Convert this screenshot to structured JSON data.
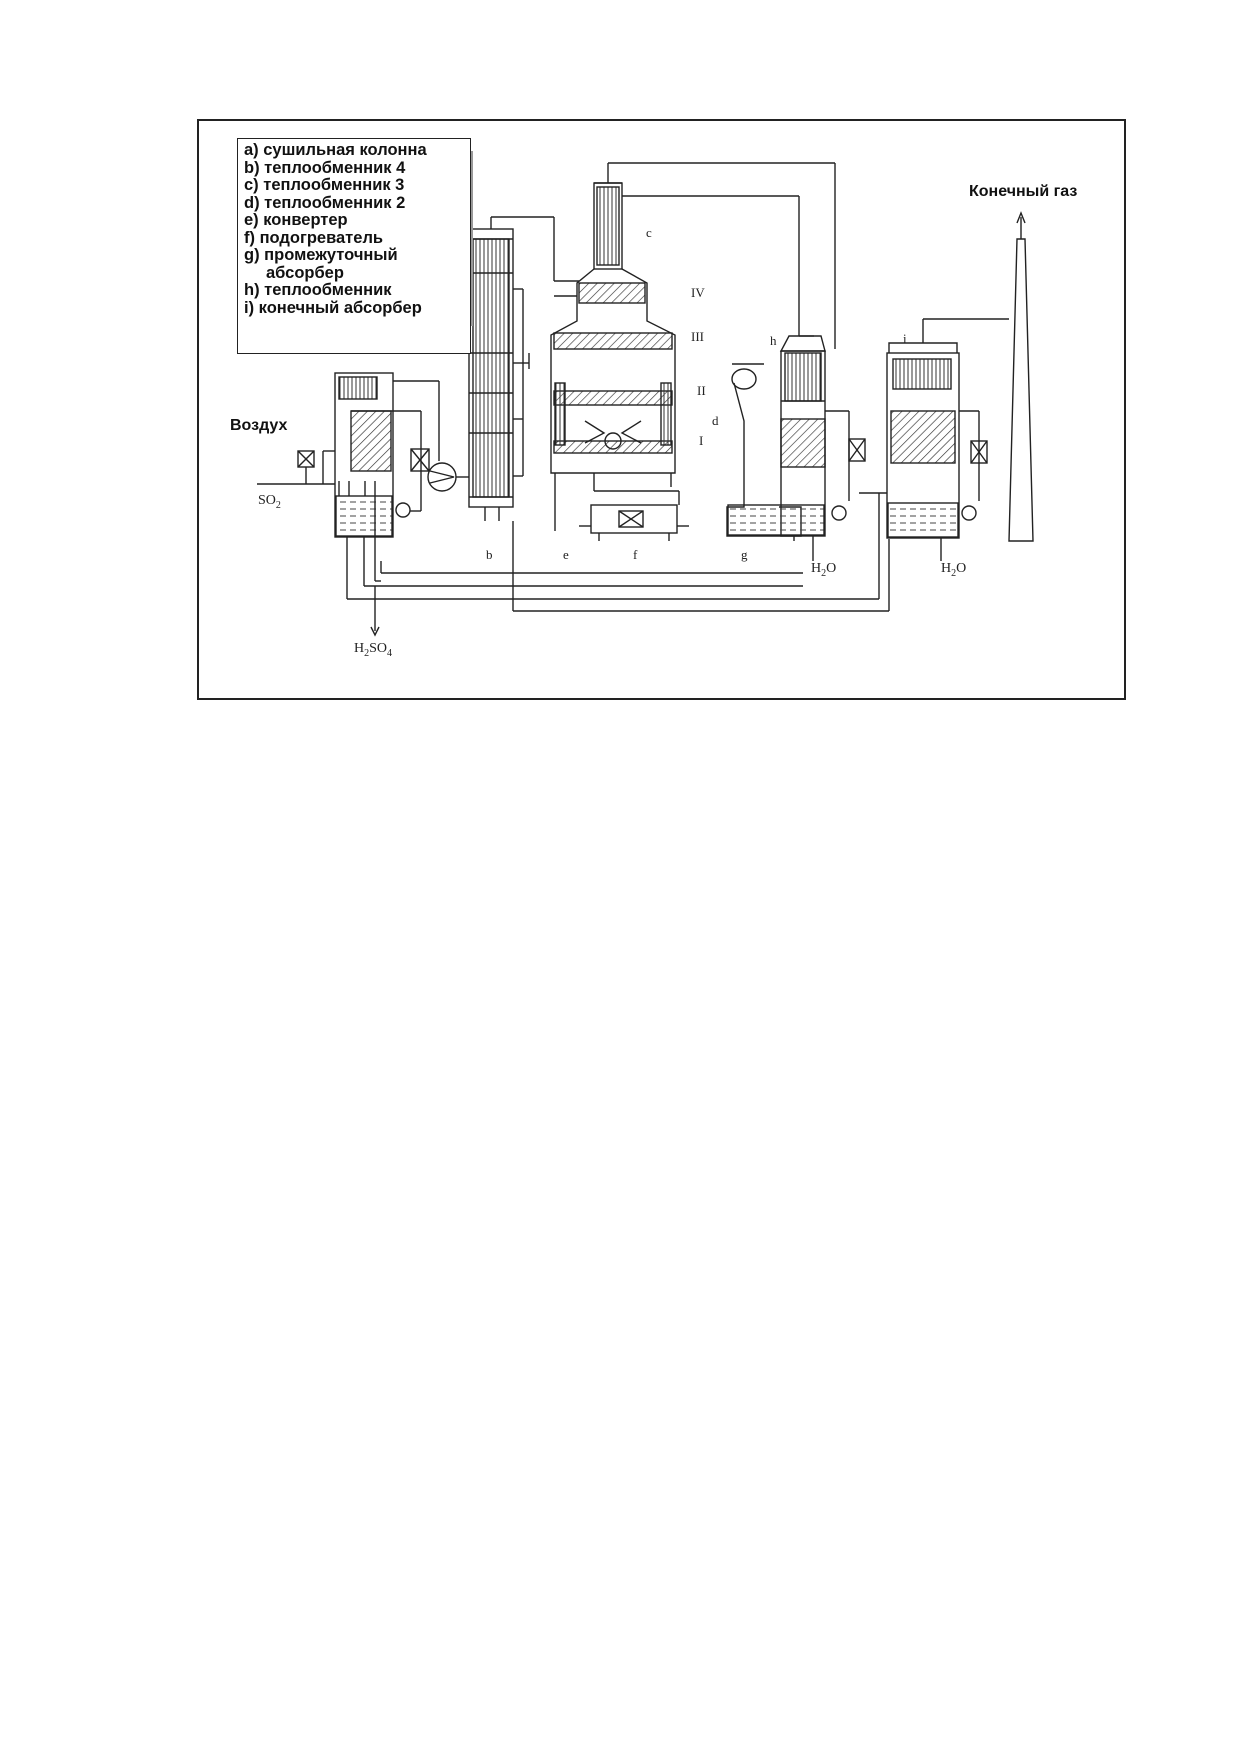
{
  "legend": {
    "items": [
      "a) сушильная колонна",
      "b) теплообменник 4",
      "c) теплообменник 3",
      "d) теплообменник 2",
      "e) конвертер",
      "f) подогреватель",
      "g) промежуточный",
      "абсорбер",
      "h) теплообменник",
      "i) конечный абсорбер"
    ]
  },
  "labels": {
    "air": "Воздух",
    "final_gas": "Конечный газ"
  },
  "equipment_tags": {
    "b": "b",
    "c": "c",
    "d": "d",
    "e": "e",
    "f": "f",
    "g": "g",
    "h": "h",
    "i": "i"
  },
  "converter_stages": {
    "IV": "IV",
    "III": "III",
    "II": "II",
    "I": "I"
  },
  "chemicals": {
    "so2": "SO",
    "so2_sub": "2",
    "h2so4_a": "H",
    "h2so4_a_sub": "2",
    "h2so4_b": "SO",
    "h2so4_b_sub": "4",
    "h2o_1": "H",
    "h2o_1_sub": "2",
    "h2o_1_end": "O",
    "h2o_2": "H",
    "h2o_2_sub": "2",
    "h2o_2_end": "O"
  },
  "colors": {
    "line": "#222222",
    "background": "#ffffff"
  }
}
